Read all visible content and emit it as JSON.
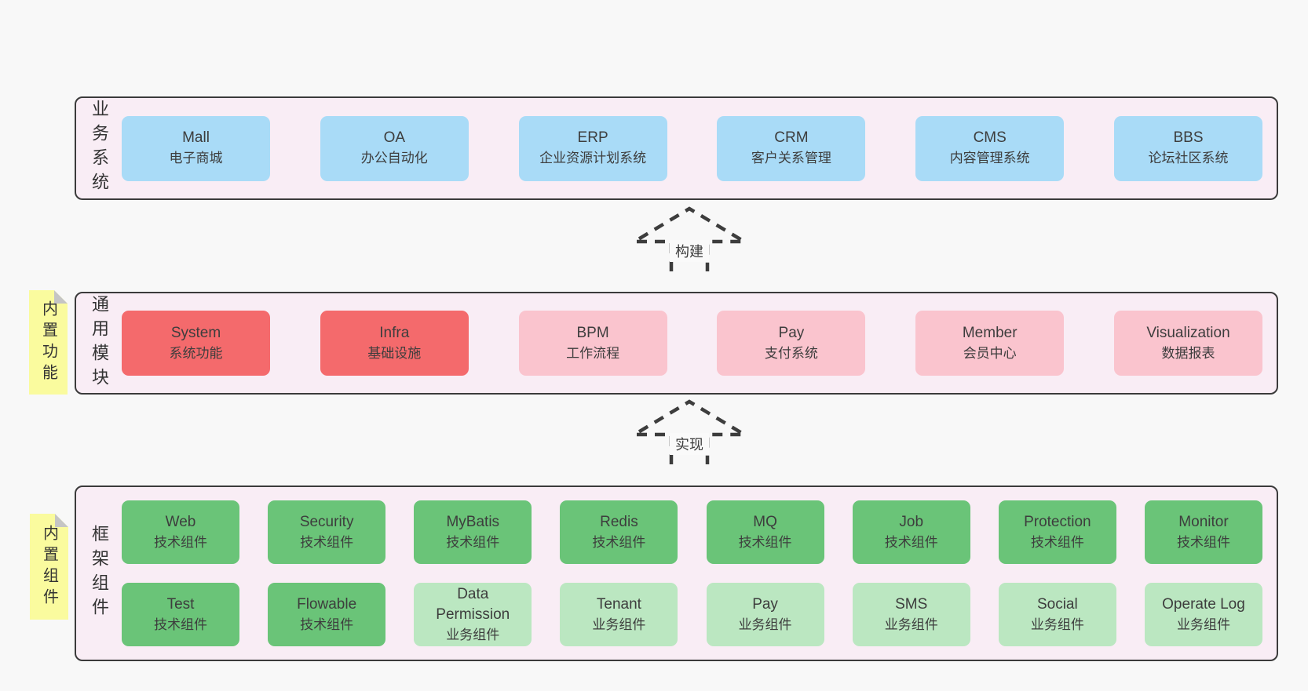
{
  "diagram": {
    "layers": [
      {
        "id": "business",
        "label": "业务系统",
        "boxes": [
          {
            "name": "Mall",
            "type": "电子商城"
          },
          {
            "name": "OA",
            "type": "办公自动化"
          },
          {
            "name": "ERP",
            "type": "企业资源计划系统"
          },
          {
            "name": "CRM",
            "type": "客户关系管理"
          },
          {
            "name": "CMS",
            "type": "内容管理系统"
          },
          {
            "name": "BBS",
            "type": "论坛社区系统"
          }
        ]
      },
      {
        "id": "modules",
        "label": "通用模块",
        "sticky": "内置功能",
        "boxes": [
          {
            "name": "System",
            "type": "系统功能"
          },
          {
            "name": "Infra",
            "type": "基础设施"
          },
          {
            "name": "BPM",
            "type": "工作流程"
          },
          {
            "name": "Pay",
            "type": "支付系统"
          },
          {
            "name": "Member",
            "type": "会员中心"
          },
          {
            "name": "Visualization",
            "type": "数据报表"
          }
        ]
      },
      {
        "id": "components",
        "label": "框架组件",
        "sticky": "内置组件",
        "rows": [
          [
            {
              "name": "Web",
              "type": "技术组件"
            },
            {
              "name": "Security",
              "type": "技术组件"
            },
            {
              "name": "MyBatis",
              "type": "技术组件"
            },
            {
              "name": "Redis",
              "type": "技术组件"
            },
            {
              "name": "MQ",
              "type": "技术组件"
            },
            {
              "name": "Job",
              "type": "技术组件"
            },
            {
              "name": "Protection",
              "type": "技术组件"
            },
            {
              "name": "Monitor",
              "type": "技术组件"
            }
          ],
          [
            {
              "name": "Test",
              "type": "技术组件"
            },
            {
              "name": "Flowable",
              "type": "技术组件"
            },
            {
              "name": "Data Permission",
              "type": "业务组件"
            },
            {
              "name": "Tenant",
              "type": "业务组件"
            },
            {
              "name": "Pay",
              "type": "业务组件"
            },
            {
              "name": "SMS",
              "type": "业务组件"
            },
            {
              "name": "Social",
              "type": "业务组件"
            },
            {
              "name": "Operate Log",
              "type": "业务组件"
            }
          ]
        ]
      }
    ],
    "arrows": [
      {
        "label": "构建"
      },
      {
        "label": "实现"
      }
    ],
    "colors": {
      "background": "#f8f8f8",
      "panel": "#f9edf5",
      "panel_border": "#3b3b3b",
      "blue": "#a9dbf7",
      "red": "#f46a6c",
      "pink": "#fac4ce",
      "green": "#6ac478",
      "light_green": "#bbe7c1",
      "sticky_yellow": "#fafb9e"
    }
  }
}
